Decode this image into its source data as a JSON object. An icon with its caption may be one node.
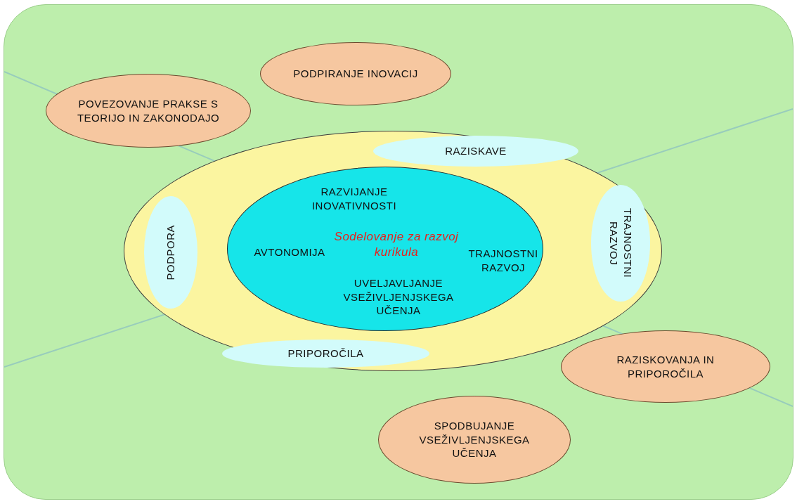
{
  "diagram": {
    "nodes": [
      {
        "text": [
          "PODPIRANJE INOVACIJ"
        ]
      },
      {
        "text": [
          "POVEZOVANJE PRAKSE S TEORIJO IN ZAKONODAJO"
        ]
      },
      {
        "text": [],
        "shape": "ellipse"
      },
      {
        "text": [
          "RAZISKAVE"
        ],
        "in": 2
      },
      {
        "text": [
          "PODPORA"
        ],
        "in": 2
      },
      {
        "text": [
          "RAZVIJANJE INOVATIVNOSTI",
          "AVTONOMIJA",
          "Sodelovanje za razvoj kurikula",
          "TRAJNOSTNI RAZVOJ",
          "UVELJAVLJANJE VSEŽIVLJENJSKEGA UČENJA"
        ],
        "in": 2
      },
      {
        "text": [
          "TRAJNOSTNI RAZVOJ"
        ],
        "in": 2
      },
      {
        "text": [
          "PRIPOROČILA"
        ],
        "in": 2
      },
      {
        "text": [
          "RAZISKOVANJA IN PRIPOROČILA"
        ]
      },
      {
        "text": [
          "SPODBUJANJE VSEŽIVLJENJSKEGA UČENJA"
        ]
      }
    ],
    "edges": []
  }
}
